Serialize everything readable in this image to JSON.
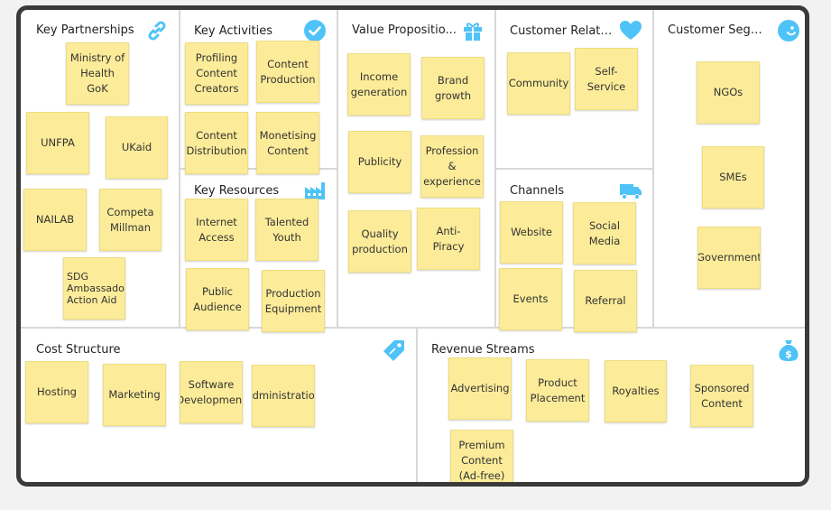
{
  "sections": {
    "key_partnerships": "Key Partnerships",
    "key_activities": "Key Activities",
    "key_resources": "Key Resources",
    "value_propositions": "Value Propositio...",
    "customer_relationships": "Customer Relati...",
    "channels": "Channels",
    "customer_segments": "Customer Segm...",
    "cost_structure": "Cost Structure",
    "revenue_streams": "Revenue Streams"
  },
  "icons": {
    "key_partnerships": "link-icon",
    "key_activities": "check-circle-icon",
    "key_resources": "factory-icon",
    "value_propositions": "gift-icon",
    "customer_relationships": "heart-icon",
    "channels": "truck-icon",
    "customer_segments": "smiley-icon",
    "cost_structure": "tag-icon",
    "revenue_streams": "money-bag-icon"
  },
  "colors": {
    "accent": "#4fc3f7",
    "note": "#fcec99",
    "frame": "#3a3a3a"
  },
  "notes": {
    "key_partnerships": [
      "Ministry of\nHealth\nGoK",
      "UNFPA",
      "UKaid",
      "NAILAB",
      "Competa\nMillman",
      "SDG\nAmbassadors/\nAction Aid"
    ],
    "key_activities": [
      "Profiling\nContent\nCreators",
      "Content\nProduction",
      "Content\nDistribution",
      "Monetising\nContent"
    ],
    "key_resources": [
      "Internet\nAccess",
      "Talented\nYouth",
      "Public\nAudience",
      "Production\nEquipment"
    ],
    "value_propositions": [
      "Income\ngeneration",
      "Brand\ngrowth",
      "Publicity",
      "Profession\n&\nexperience",
      "Quality\nproduction",
      "Anti-\nPiracy"
    ],
    "customer_relationships": [
      "Community",
      "Self-\nService"
    ],
    "channels": [
      "Website",
      "Social\nMedia",
      "Events",
      "Referral"
    ],
    "customer_segments": [
      "NGOs",
      "SMEs",
      "Government"
    ],
    "cost_structure": [
      "Hosting",
      "Marketing",
      "Software\nDevelopment",
      "Administration"
    ],
    "revenue_streams": [
      "Advertising",
      "Product\nPlacement",
      "Royalties",
      "Sponsored\nContent",
      "Premium\nContent\n(Ad-free)"
    ]
  }
}
